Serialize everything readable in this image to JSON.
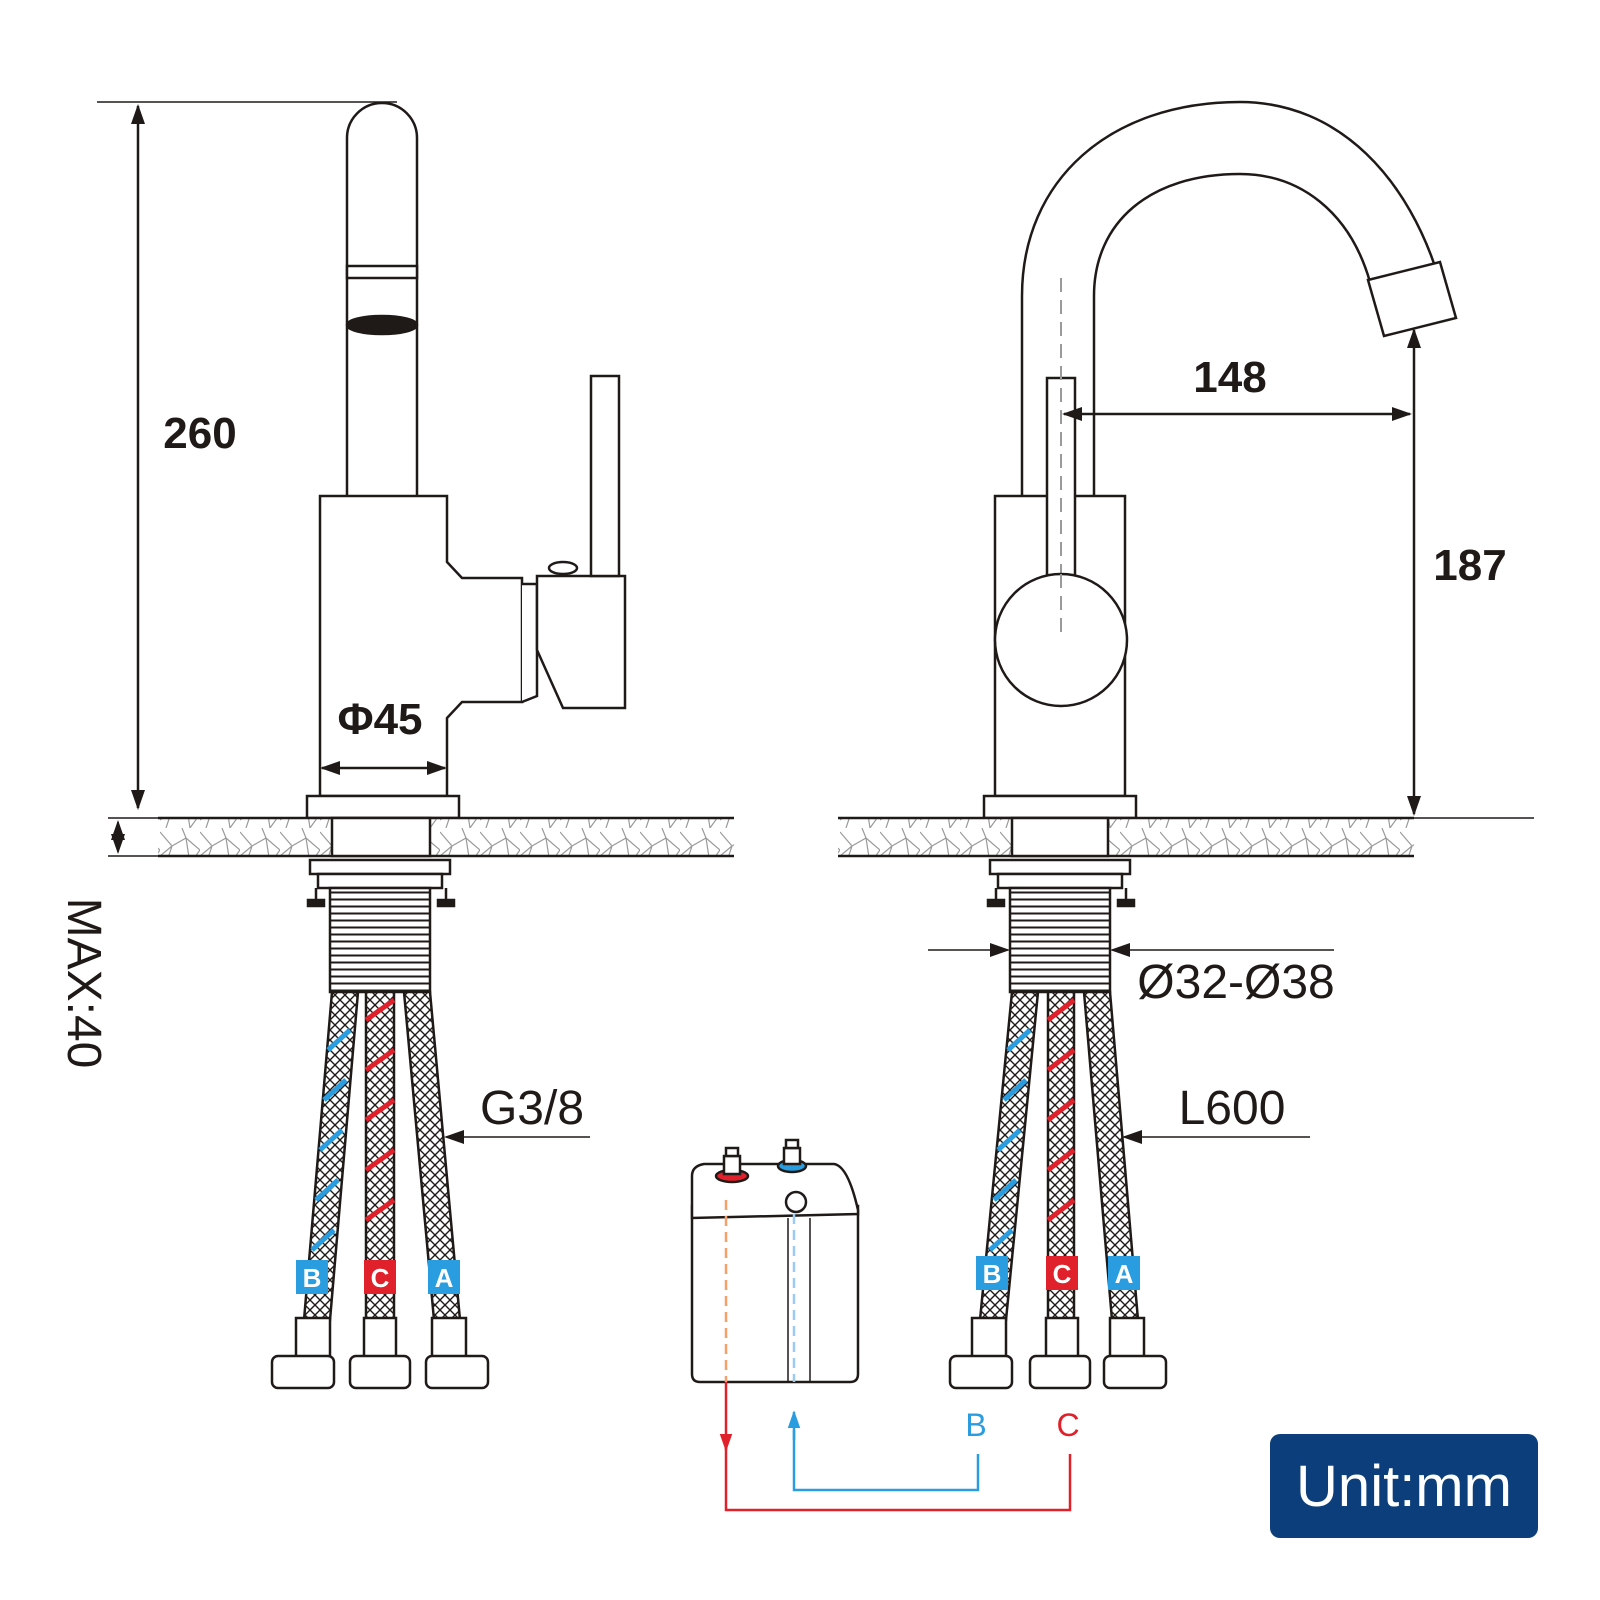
{
  "dimensions": {
    "height": "260",
    "body_diameter": "Φ45",
    "max_thickness": "MAX:40",
    "connection": "G3/8",
    "reach": "148",
    "spout_height": "187",
    "hole_diameter": "Ø32-Ø38",
    "hose_length": "L600"
  },
  "hoses": [
    {
      "label": "B",
      "color": "#2a9de0"
    },
    {
      "label": "C",
      "color": "#e0202a"
    },
    {
      "label": "A",
      "color": "#2a9de0"
    }
  ],
  "pipes": {
    "b_label": "B",
    "c_label": "C",
    "hot_color": "#e0202a",
    "cold_color": "#2a9de0"
  },
  "unit": "Unit:mm",
  "colors": {
    "line": "#1f1a17",
    "unit_badge": "#0b3e7a"
  }
}
